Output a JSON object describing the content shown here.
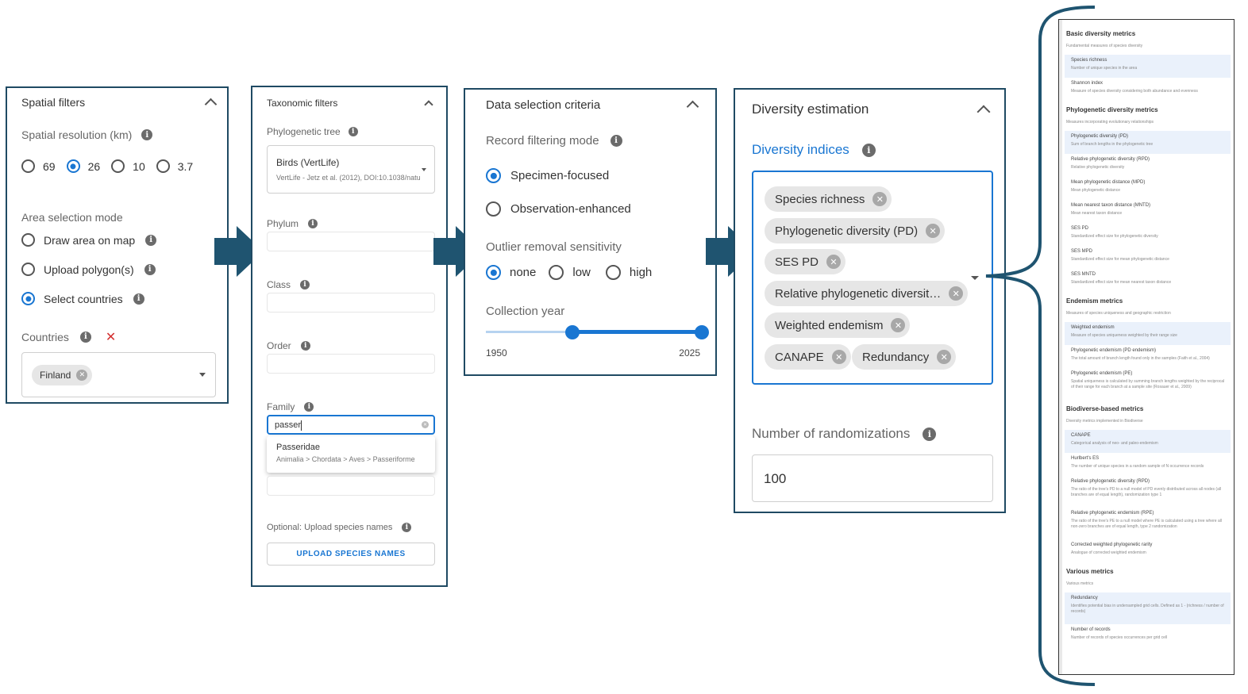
{
  "spatial": {
    "title": "Spatial filters",
    "resolution_label": "Spatial resolution (km)",
    "resolution_options": [
      "69",
      "26",
      "10",
      "3.7"
    ],
    "resolution_selected": "26",
    "area_mode_label": "Area selection mode",
    "area_modes": [
      "Draw area on map",
      "Upload polygon(s)",
      "Select countries"
    ],
    "area_mode_selected": "Select countries",
    "countries_label": "Countries",
    "countries_selected": [
      "Finland"
    ]
  },
  "taxonomic": {
    "title": "Taxonomic filters",
    "tree_label": "Phylogenetic tree",
    "tree_value": "Birds (VertLife)",
    "tree_sub": "VertLife - Jetz et al. (2012), DOI:10.1038/natu",
    "phylum_label": "Phylum",
    "class_label": "Class",
    "order_label": "Order",
    "family_label": "Family",
    "family_input": "passer",
    "suggestion_title": "Passeridae",
    "suggestion_path": "Animalia > Chordata > Aves > Passeriforme",
    "upload_label": "Optional: Upload species names",
    "upload_button": "UPLOAD SPECIES NAMES"
  },
  "data_selection": {
    "title": "Data selection criteria",
    "filter_mode_label": "Record filtering mode",
    "filter_modes": [
      "Specimen-focused",
      "Observation-enhanced"
    ],
    "filter_mode_selected": "Specimen-focused",
    "outlier_label": "Outlier removal sensitivity",
    "outlier_options": [
      "none",
      "low",
      "high"
    ],
    "outlier_selected": "none",
    "year_label": "Collection year",
    "year_min": "1950",
    "year_max": "2025",
    "year_range_fraction": [
      0.4,
      1.0
    ]
  },
  "diversity": {
    "title": "Diversity estimation",
    "indices_label": "Diversity indices",
    "indices": [
      "Species richness",
      "Phylogenetic diversity (PD)",
      "SES PD",
      "Relative phylogenetic diversit…",
      "Weighted endemism",
      "CANAPE",
      "Redundancy"
    ],
    "randomizations_label": "Number of randomizations",
    "randomizations_value": "100"
  },
  "metrics_list": {
    "sections": [
      {
        "title": "Basic diversity metrics",
        "desc": "Fundamental measures of species diversity",
        "items": [
          [
            "Species richness",
            "Number of unique species in the area"
          ],
          [
            "Shannon index",
            "Measure of species diversity considering both abundance and evenness"
          ]
        ]
      },
      {
        "title": "Phylogenetic diversity metrics",
        "desc": "Measures incorporating evolutionary relationships",
        "items": [
          [
            "Phylogenetic diversity (PD)",
            "Sum of branch lengths in the phylogenetic tree"
          ],
          [
            "Relative phylogenetic diversity (RPD)",
            "Relative phylogenetic diversity"
          ],
          [
            "Mean phylogenetic distance (MPD)",
            "Mean phylogenetic distance"
          ],
          [
            "Mean nearest taxon distance (MNTD)",
            "Mean nearest taxon distance"
          ],
          [
            "SES PD",
            "Standardized effect size for phylogenetic diversity"
          ],
          [
            "SES MPD",
            "Standardized effect size for mean phylogenetic distance"
          ],
          [
            "SES MNTD",
            "Standardized effect size for mean nearest taxon distance"
          ]
        ]
      },
      {
        "title": "Endemism metrics",
        "desc": "Measures of species uniqueness and geographic restriction",
        "items": [
          [
            "Weighted endemism",
            "Measure of species uniqueness weighted by their range size"
          ],
          [
            "Phylogenetic endemism (PD endemism)",
            "The total amount of branch length found only in the samples (Faith et al., 2004)"
          ],
          [
            "Phylogenetic endemism (PE)",
            "Spatial uniqueness is calculated by summing branch lengths weighted by the reciprocal of their range for each branch at a sample site (Rosauer et al., 2009)"
          ]
        ]
      },
      {
        "title": "Biodiverse-based metrics",
        "desc": "Diversity metrics implemented in Biodiverse",
        "items": [
          [
            "CANAPE",
            "Categorical analysis of neo- and paleo-endemism"
          ],
          [
            "Hurlbert's ES",
            "The number of unique species in a random sample of N occurrence records"
          ],
          [
            "Relative phylogenetic diversity (RPD)",
            "The ratio of the tree's PD to a null model of PD evenly distributed across all nodes (all branches are of equal length), randomization type 1"
          ],
          [
            "Relative phylogenetic endemism (RPE)",
            "The ratio of the tree's PE to a null model where PE is calculated using a tree where all non-zero branches are of equal length, type 2 randomization"
          ],
          [
            "Corrected weighted phylogenetic rarity",
            "Analogue of corrected weighted endemism"
          ]
        ]
      },
      {
        "title": "Various metrics",
        "desc": "Various metrics",
        "items": [
          [
            "Redundancy",
            "Identifies potential bias in undersampled grid cells. Defined as 1 - (richness / number of records)"
          ],
          [
            "Number of records",
            "Number of records of species occurrences per grid cell"
          ]
        ]
      }
    ]
  },
  "colors": {
    "accent": "#1976d2",
    "arrow": "#1f5470",
    "border": "#1f4a63",
    "delete": "#d32f2f"
  }
}
